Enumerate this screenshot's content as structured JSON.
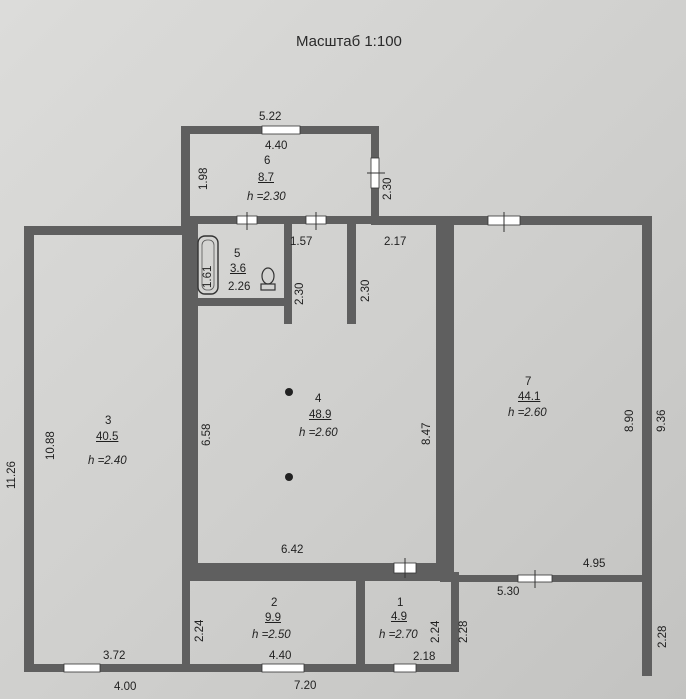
{
  "title": "Масштаб 1:100",
  "rooms": {
    "r1": {
      "number": "1",
      "area": "4.9",
      "height": "h =2.70"
    },
    "r2": {
      "number": "2",
      "area": "9.9",
      "height": "h =2.50"
    },
    "r3": {
      "number": "3",
      "area": "40.5",
      "height": "h =2.40"
    },
    "r4": {
      "number": "4",
      "area": "48.9",
      "height": "h =2.60"
    },
    "r5": {
      "number": "5",
      "area": "3.6",
      "height": "2.26"
    },
    "r6": {
      "number": "6",
      "area": "8.7",
      "height": "h =2.30"
    },
    "r7": {
      "number": "7",
      "area": "44.1",
      "height": "h =2.60"
    }
  },
  "dims": {
    "top_522": "5.22",
    "top_440": "4.40",
    "r6_198": "1.98",
    "r6_230": "2.30",
    "r5_161": "1.61",
    "c_157": "1.57",
    "c_217": "2.17",
    "c_230a": "2.30",
    "c_230b": "2.30",
    "r3_1088": "10.88",
    "left_1126": "11.26",
    "r4_658": "6.58",
    "r4_847": "8.47",
    "r4_642": "6.42",
    "r7_890": "8.90",
    "right_936": "9.36",
    "r7_495": "4.95",
    "r7_530": "5.30",
    "right_228": "2.28",
    "r2_224": "2.24",
    "r1_224": "2.24",
    "r1_228": "2.28",
    "bottom_372": "3.72",
    "bottom_400": "4.00",
    "bottom_440": "4.40",
    "bottom_720": "7.20",
    "bottom_218": "2.18"
  }
}
